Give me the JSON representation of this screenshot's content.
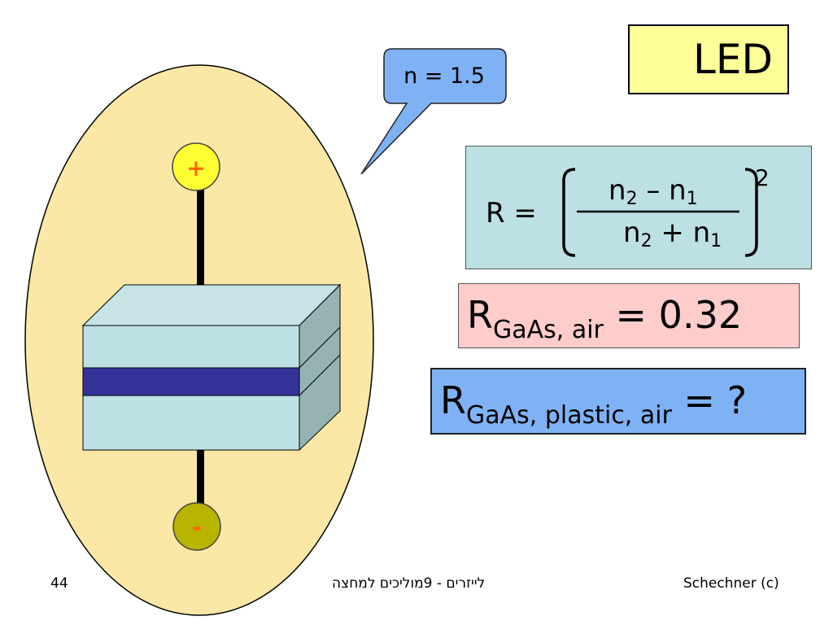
{
  "slide": {
    "title": "LED",
    "callout_label": "n = 1.5",
    "plus_label": "+",
    "minus_label": "-",
    "colors": {
      "ellipse_fill": "#fbe8a6",
      "callout_fill": "#7fb2f5",
      "plus_terminal": "#ffff33",
      "minus_terminal": "#b8b400",
      "terminal_sign": "#ff6600",
      "chip_front": "#bde0e4",
      "chip_top": "#c6e3e6",
      "chip_side": "#95b3b2",
      "active_layer": "#333399",
      "title_fill": "#ffff99",
      "formula_fill": "#bde0e4",
      "value_fill": "#ffcccc",
      "question_fill": "#7fb2f5"
    }
  },
  "formula": {
    "lhs": "R = ",
    "numerator": "n",
    "num_sub2": "2",
    "minus": " – n",
    "num_sub1": "1",
    "denominator": "n",
    "den_sub2": "2",
    "plus": " + n",
    "den_sub1": "1",
    "exponent": "2"
  },
  "result": {
    "symbol": "R",
    "subscript": "GaAs, air",
    "equals_value": " = 0.32"
  },
  "question": {
    "symbol": "R",
    "subscript": "GaAs, plastic, air",
    "equals_value": " = ?"
  },
  "footer": {
    "page_number": "44",
    "center_text": "לייזרים  - 9מוליכים למחצה",
    "credit": "Schechner (c)"
  }
}
